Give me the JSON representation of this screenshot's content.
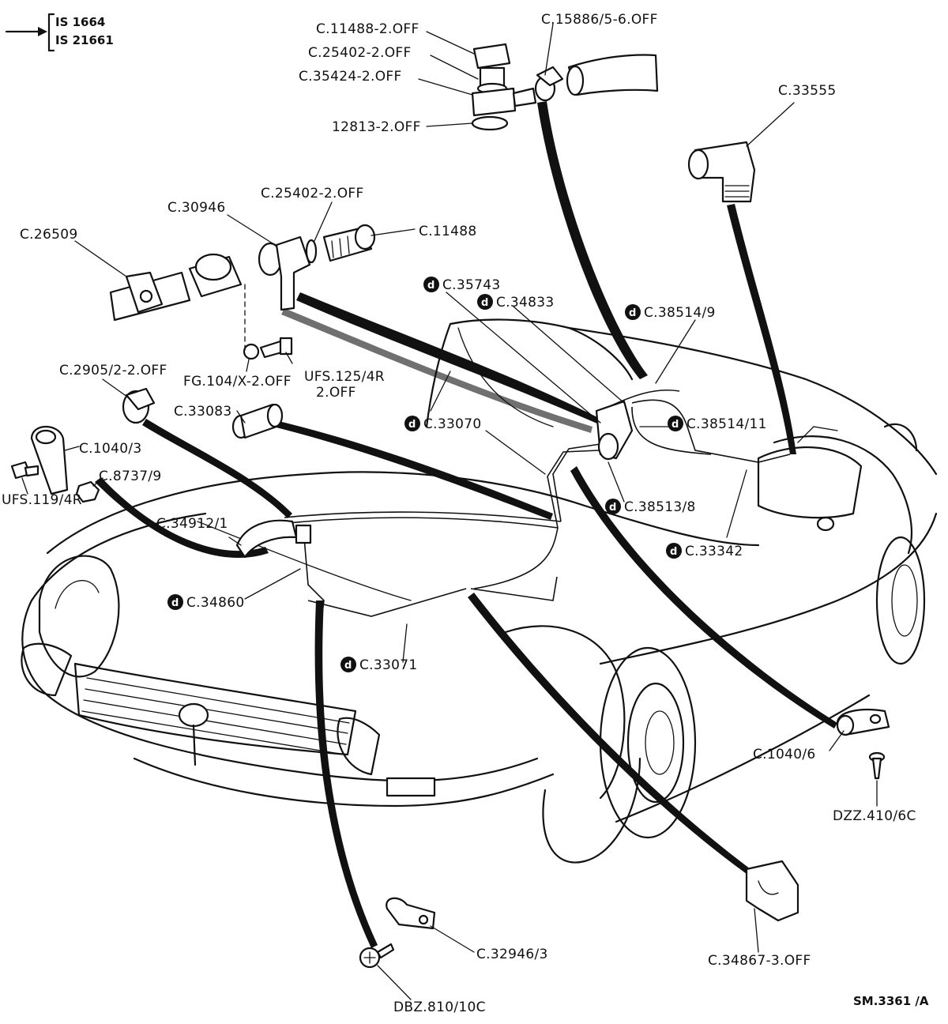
{
  "standards": [
    "IS 1664",
    "IS 21661"
  ],
  "marker": "d",
  "drawing_number": "SM.3361 /A",
  "labels": {
    "c11488_2off": "C.11488-2.OFF",
    "c25402_2off_top": "C.25402-2.OFF",
    "c35424_2off": "C.35424-2.OFF",
    "p12813_2off": "12813-2.OFF",
    "c15886": "C.15886/5-6.OFF",
    "c33555": "C.33555",
    "c26509": "C.26509",
    "c30946": "C.30946",
    "c25402_2off_mid": "C.25402-2.OFF",
    "c11488": "C.11488",
    "c35743": "C.35743",
    "c34833": "C.34833",
    "c38514_9": "C.38514/9",
    "fg104": "FG.104/X-2.OFF",
    "ufs125_line1": "UFS.125/4R",
    "ufs125_line2": "2.OFF",
    "c2905": "C.2905/2-2.OFF",
    "c33083": "C.33083",
    "c33070": "C.33070",
    "c38514_11": "C.38514/11",
    "c1040_3": "C.1040/3",
    "c8737_9": "C.8737/9",
    "ufs119": "UFS.119/4R",
    "c38513_8": "C.38513/8",
    "c34912_1": "C.34912/1",
    "c33342": "C.33342",
    "c34860": "C.34860",
    "c33071": "C.33071",
    "c1040_6": "C.1040/6",
    "dzz410": "DZZ.410/6C",
    "c32946_3": "C.32946/3",
    "c34867": "C.34867-3.OFF",
    "dbz810": "DBZ.810/10C"
  }
}
